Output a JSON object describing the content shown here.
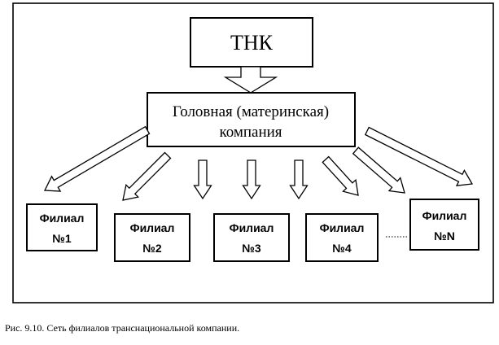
{
  "root": {
    "label": "ТНК"
  },
  "head_office": {
    "line1": "Головная (материнская)",
    "line2": "компания"
  },
  "branches": [
    {
      "line1": "Филиал",
      "line2": "№1"
    },
    {
      "line1": "Филиал",
      "line2": "№2"
    },
    {
      "line1": "Филиал",
      "line2": "№3"
    },
    {
      "line1": "Филиал",
      "line2": "№4"
    },
    {
      "line1": "Филиал",
      "line2": "№N"
    }
  ],
  "caption": "Рис. 9.10. Сеть филиалов транснациональной компании."
}
